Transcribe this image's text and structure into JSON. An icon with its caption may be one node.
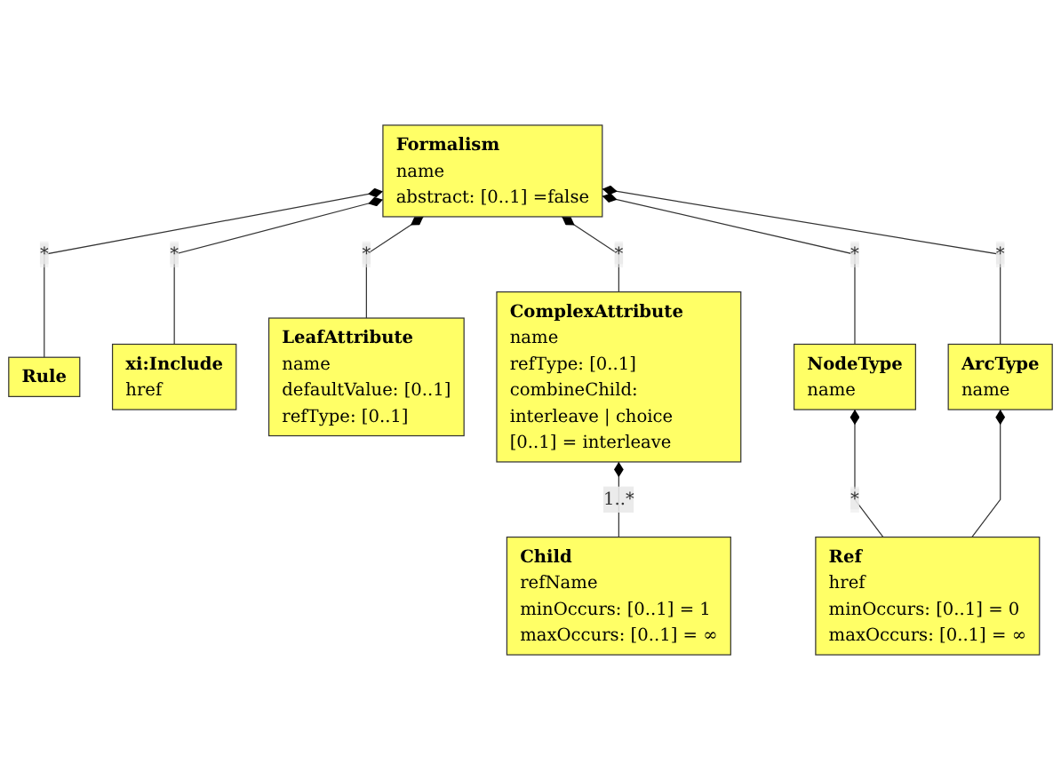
{
  "diagram": {
    "nodes": [
      {
        "text": [
          "Formalism",
          "name",
          "abstract: [0..1] =false"
        ]
      },
      {
        "text": [
          "Rule"
        ]
      },
      {
        "text": [
          "xi:Include",
          "href"
        ]
      },
      {
        "text": [
          "LeafAttribute",
          "name",
          "defaultValue: [0..1]",
          "refType: [0..1]"
        ]
      },
      {
        "text": [
          "ComplexAttribute",
          "name",
          "refType: [0..1]",
          "combineChild: interleave | choice [0..1] = interleave"
        ]
      },
      {
        "text": [
          "NodeType",
          "name"
        ]
      },
      {
        "text": [
          "ArcType",
          "name"
        ]
      },
      {
        "text": [
          "Child",
          "refName",
          "minOccurs: [0..1] = 1",
          "maxOccurs: [0..1] = ∞"
        ]
      },
      {
        "text": [
          "Ref",
          "href",
          "minOccurs: [0..1] = 0",
          "maxOccurs: [0..1] = ∞"
        ]
      }
    ],
    "edges": [
      {
        "from": 0,
        "to": 1,
        "arrow": "other",
        "label": "*"
      },
      {
        "from": 0,
        "to": 2,
        "arrow": "other",
        "label": "*"
      },
      {
        "from": 0,
        "to": 3,
        "arrow": "other",
        "label": "*"
      },
      {
        "from": 0,
        "to": 4,
        "arrow": "other",
        "label": "*"
      },
      {
        "from": 0,
        "to": 5,
        "arrow": "other",
        "label": "*"
      },
      {
        "from": 0,
        "to": 6,
        "arrow": "other",
        "label": "*"
      },
      {
        "from": 4,
        "to": 7,
        "arrow": "other",
        "label": "1..*"
      },
      {
        "from": 5,
        "to": 8,
        "arrow": "other",
        "label": "*"
      },
      {
        "from": 6,
        "to": 8,
        "arrow": "other"
      }
    ]
  }
}
